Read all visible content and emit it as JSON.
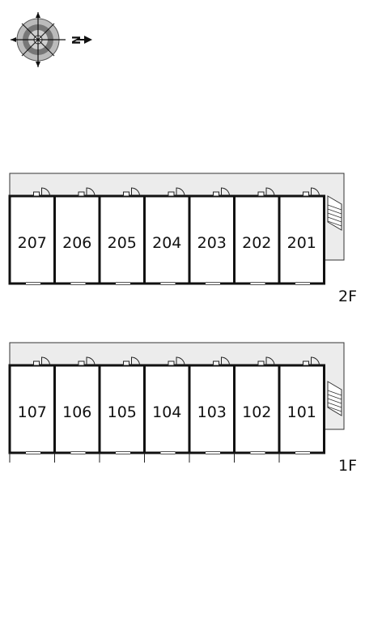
{
  "compass": {
    "icon": "compass-rose-icon",
    "north_label": "N"
  },
  "floors": [
    {
      "label": "2F",
      "rooms": [
        "207",
        "206",
        "205",
        "204",
        "203",
        "202",
        "201"
      ]
    },
    {
      "label": "1F",
      "rooms": [
        "107",
        "106",
        "105",
        "104",
        "103",
        "102",
        "101"
      ]
    }
  ],
  "colors": {
    "corridor": "#ececec",
    "wall": "#111111",
    "compass_dark": "#555555",
    "compass_light": "#bbbbbb"
  }
}
